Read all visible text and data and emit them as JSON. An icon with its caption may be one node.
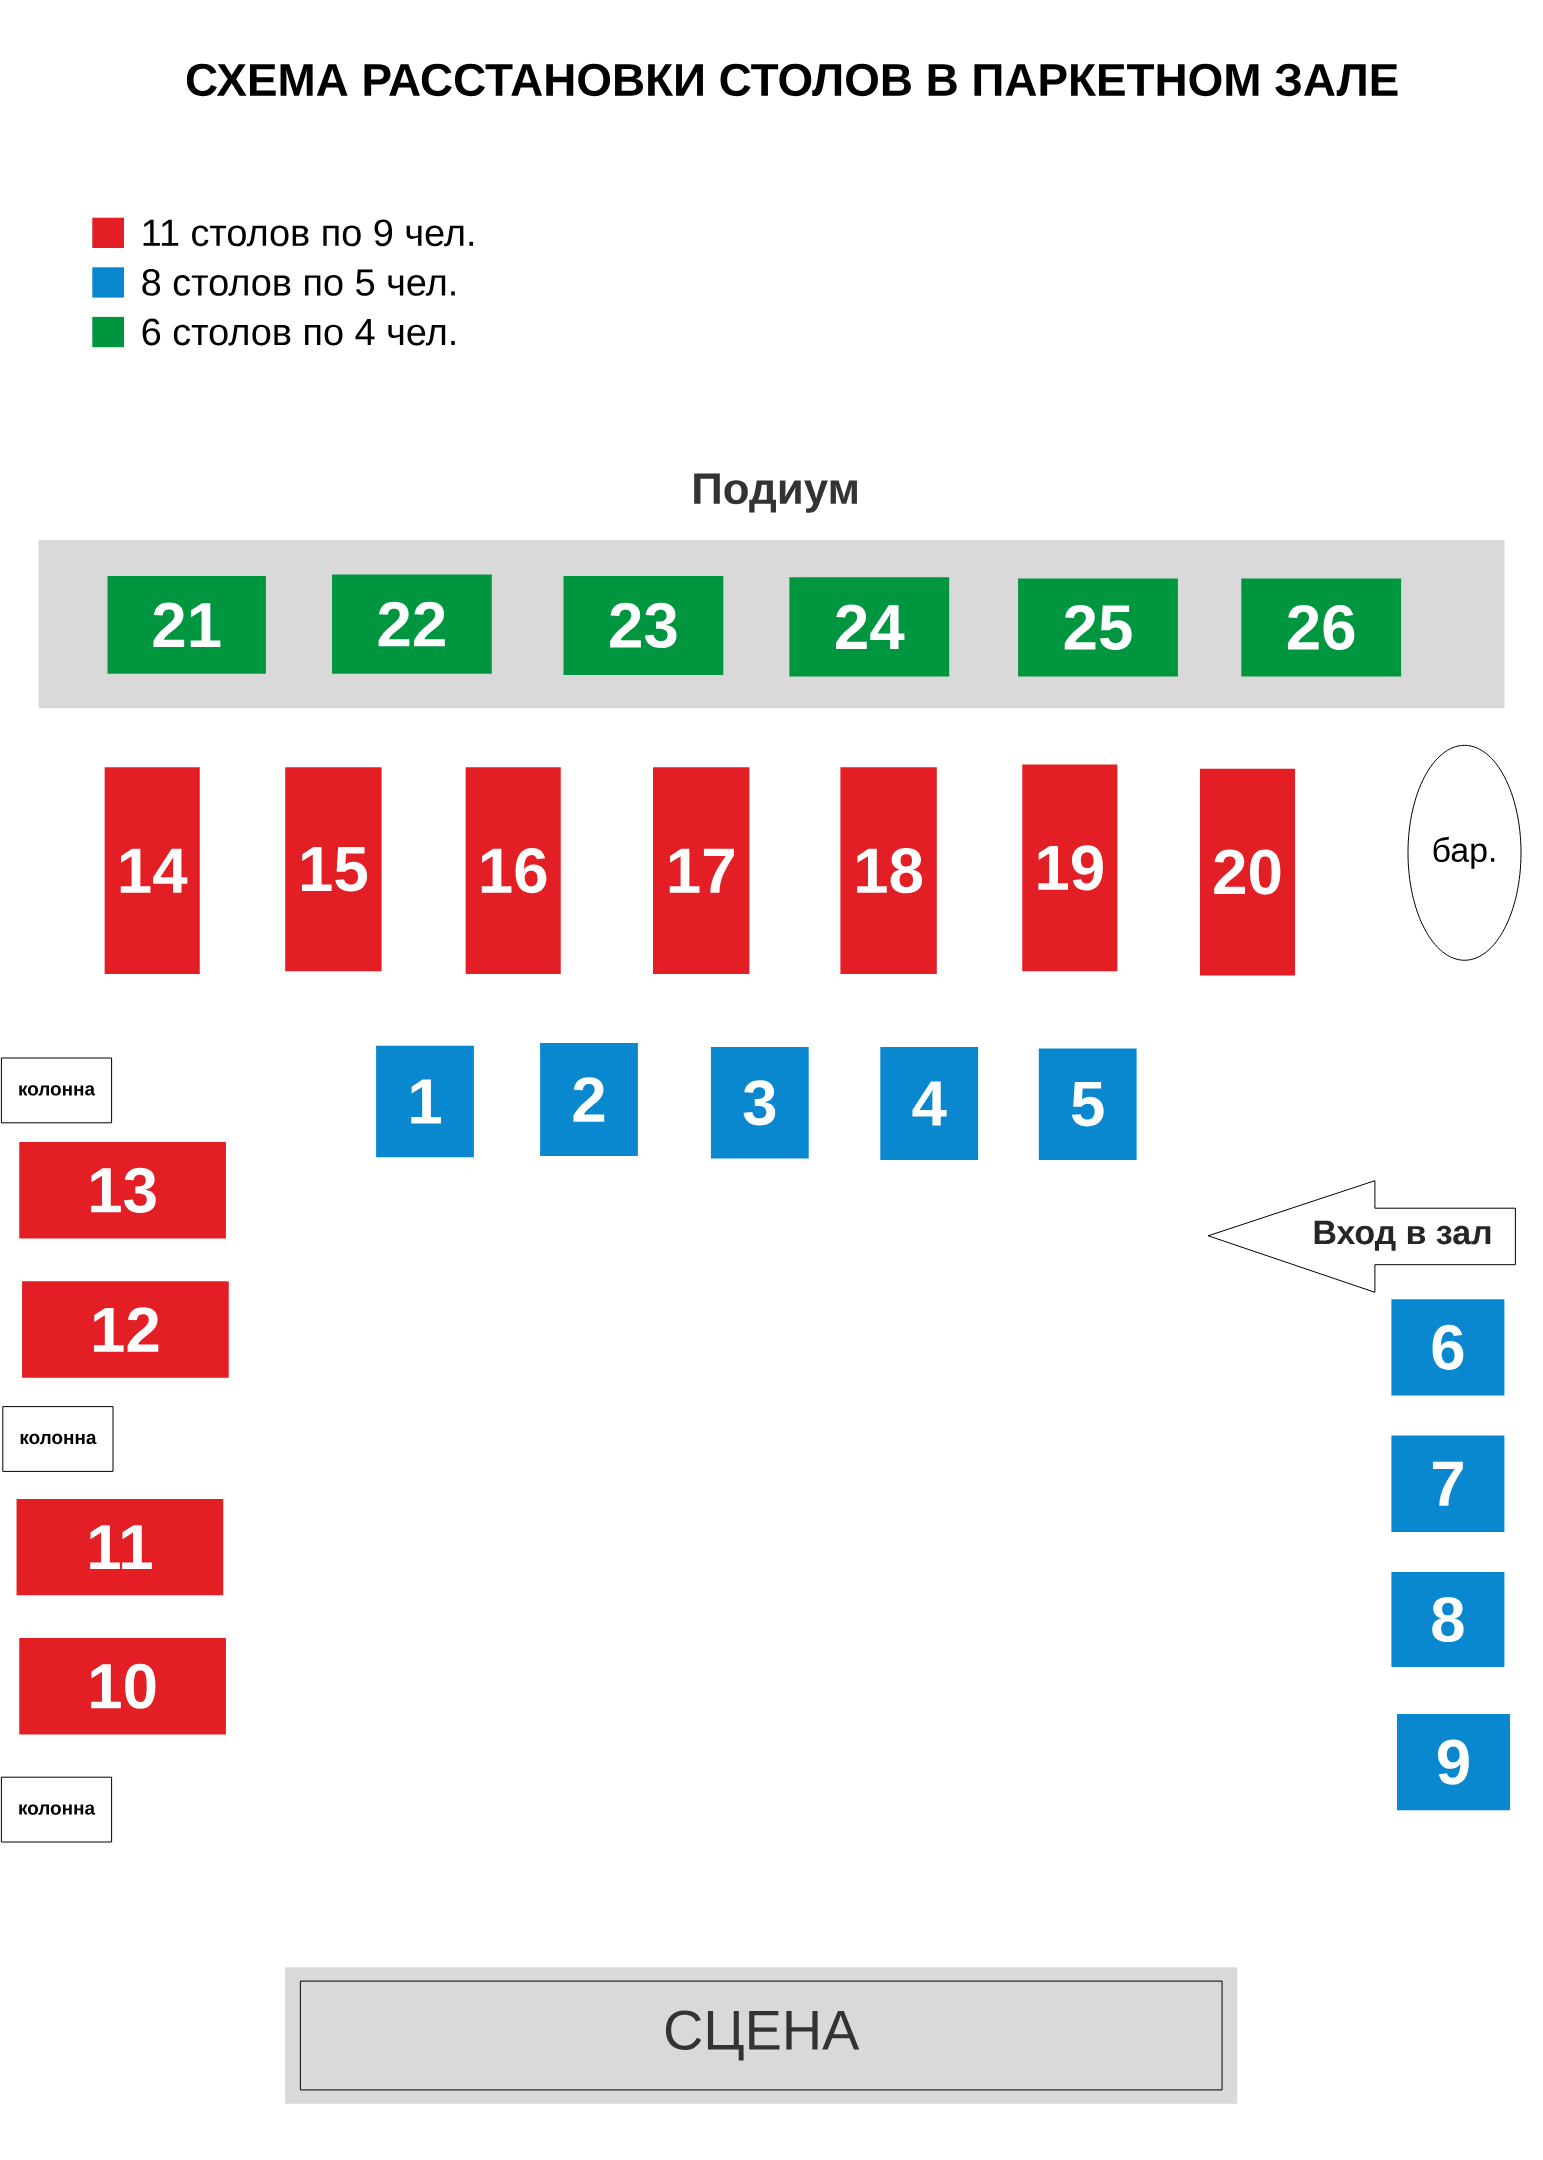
{
  "diagram": {
    "title": "СХЕМА РАССТАНОВКИ СТОЛОВ В ПАРКЕТНОМ ЗАЛЕ",
    "nodes": [
      {
        "text": [
          "Подиум"
        ]
      },
      {
        "text": [
          "21"
        ],
        "in": 0
      },
      {
        "text": [
          "22"
        ],
        "in": 0
      },
      {
        "text": [
          "23"
        ],
        "in": 0
      },
      {
        "text": [
          "24"
        ],
        "in": 0
      },
      {
        "text": [
          "25"
        ],
        "in": 0
      },
      {
        "text": [
          "26"
        ],
        "in": 0
      },
      {
        "text": [
          "14"
        ]
      },
      {
        "text": [
          "15"
        ]
      },
      {
        "text": [
          "16"
        ]
      },
      {
        "text": [
          "17"
        ]
      },
      {
        "text": [
          "18"
        ]
      },
      {
        "text": [
          "19"
        ]
      },
      {
        "text": [
          "20"
        ]
      },
      {
        "text": [
          "бар."
        ]
      },
      {
        "text": [
          "колонна"
        ]
      },
      {
        "text": [
          "1"
        ]
      },
      {
        "text": [
          "2"
        ]
      },
      {
        "text": [
          "3"
        ]
      },
      {
        "text": [
          "4"
        ]
      },
      {
        "text": [
          "5"
        ]
      },
      {
        "text": [
          "13"
        ]
      },
      {
        "text": [
          "Вход в зал"
        ]
      },
      {
        "text": [
          "6"
        ]
      },
      {
        "text": [
          "12"
        ]
      },
      {
        "text": [
          "колонна"
        ]
      },
      {
        "text": [
          "7"
        ]
      },
      {
        "text": [
          "11"
        ]
      },
      {
        "text": [
          "8"
        ]
      },
      {
        "text": [
          "10"
        ]
      },
      {
        "text": [
          "9"
        ]
      },
      {
        "text": [
          "колонна"
        ]
      },
      {
        "text": [
          "СЦЕНА"
        ]
      }
    ],
    "edges": [],
    "legend": [
      {
        "text": "11 столов по 9 чел.",
        "color": "#e31e24"
      },
      {
        "text": "8 столов по 5 чел.",
        "color": "#0a88cf"
      },
      {
        "text": "6 столов по 4 чел.",
        "color": "#009640"
      }
    ]
  }
}
